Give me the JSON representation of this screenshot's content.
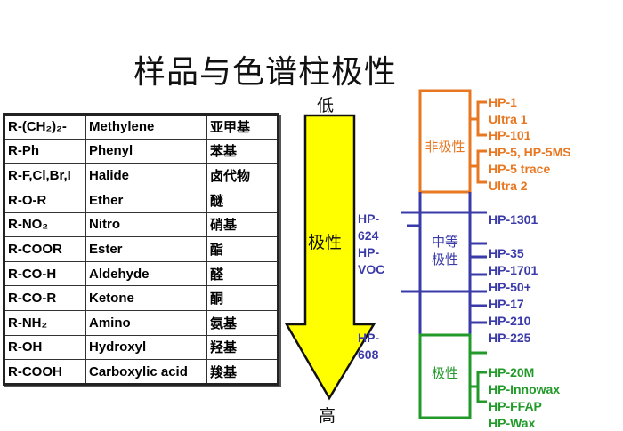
{
  "title": "样品与色谱柱极性",
  "table": [
    [
      "R-(CH₂)₂-",
      "Methylene",
      "亚甲基"
    ],
    [
      "R-Ph",
      "Phenyl",
      "苯基"
    ],
    [
      "R-F,Cl,Br,I",
      "Halide",
      "卤代物"
    ],
    [
      "R-O-R",
      "Ether",
      "醚"
    ],
    [
      "R-NO₂",
      "Nitro",
      "硝基"
    ],
    [
      "R-COOR",
      "Ester",
      "酯"
    ],
    [
      "R-CO-H",
      "Aldehyde",
      "醛"
    ],
    [
      "R-CO-R",
      "Ketone",
      "酮"
    ],
    [
      "R-NH₂",
      "Amino",
      "氨基"
    ],
    [
      "R-OH",
      "Hydroxyl",
      "羟基"
    ],
    [
      "R-COOH",
      "Carboxylic acid",
      "羧基"
    ]
  ],
  "arrow": {
    "low": "低",
    "label": "极性",
    "high": "高"
  },
  "left_columns": [
    "HP-",
    "624",
    "HP-",
    "VOC",
    "HP-",
    "608"
  ],
  "groups": {
    "nonpolar": "非极性",
    "mid1": "中等",
    "mid2": "极性",
    "polar": "极性"
  },
  "columns": {
    "orange": [
      "HP-1",
      "Ultra 1",
      "HP-101",
      "HP-5,  HP-5MS",
      "HP-5 trace",
      "Ultra 2"
    ],
    "blue": [
      "HP-1301",
      "HP-35",
      "HP-1701",
      "HP-50+",
      "HP-17",
      "HP-210",
      "HP-225"
    ],
    "green": [
      "HP-20M",
      "HP-Innowax",
      "HP-FFAP",
      "HP-Wax"
    ]
  },
  "colors": {
    "orange": "#e87722",
    "blue": "#3a3aa8",
    "green": "#229a2a",
    "arrow": "#ffff00"
  }
}
